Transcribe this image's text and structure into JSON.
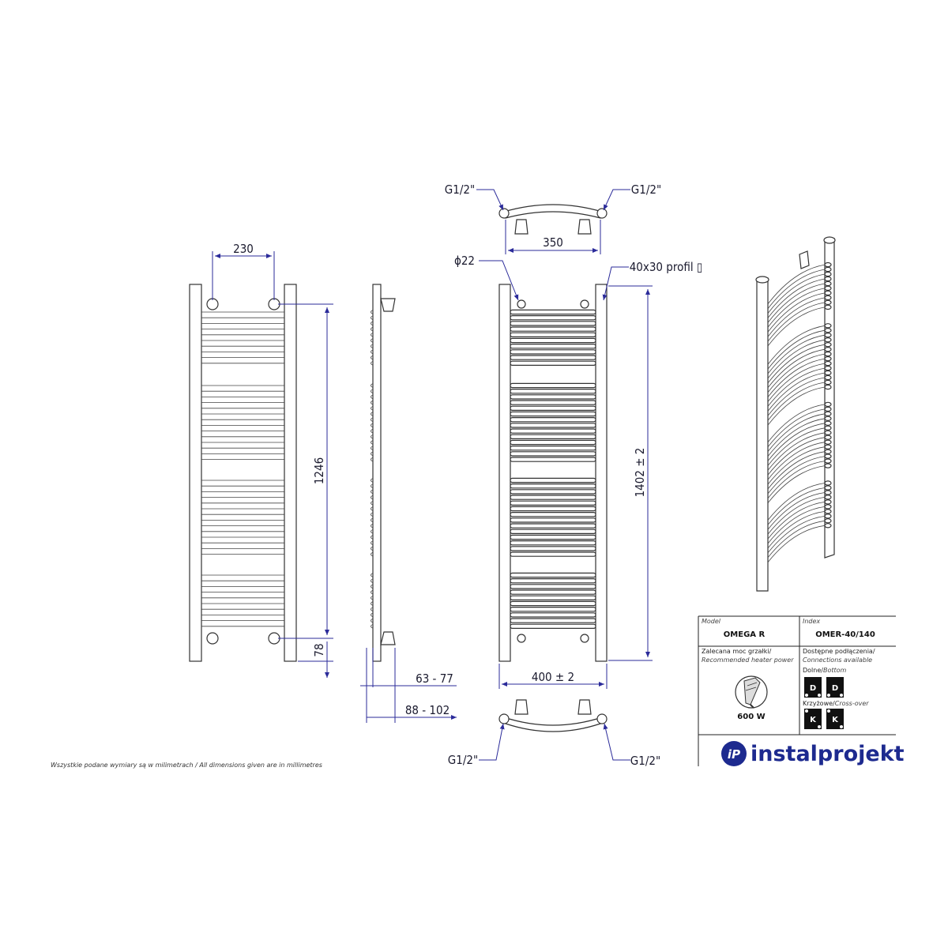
{
  "dimensions": {
    "top_thread_left": "G1/2\"",
    "top_thread_right": "G1/2\"",
    "width_350": "350",
    "diameter_22": "ϕ22",
    "profile": "40x30 profil ▯",
    "width_230": "230",
    "height_1246": "1246",
    "height_78": "78",
    "height_1402": "1402 ± 2",
    "depth_63_77": "63 - 77",
    "depth_88_102": "88 - 102",
    "width_400": "400 ± 2",
    "bottom_thread_left": "G1/2\"",
    "bottom_thread_right": "G1/2\""
  },
  "footnote": "Wszystkie podane wymiary są w milimetrach / All dimensions given are in millimetres",
  "title_block": {
    "model_label": "Model",
    "model_value": "OMEGA R",
    "index_label": "Index",
    "index_value": "OMER-40/140",
    "power_label_pl": "Zalecana moc grzałki/",
    "power_label_en": "Recommended heater power",
    "power_value": "600 W",
    "connections_label_pl": "Dostępne podłączenia/",
    "connections_label_en": "Connections available",
    "bottom_label_pl": "Dolne/",
    "bottom_label_en": "Bottom",
    "cross_label_pl": "Krzyżowe/",
    "cross_label_en": "Cross-over",
    "bottom_badges": [
      "D",
      "D"
    ],
    "cross_badges": [
      "K",
      "K"
    ],
    "brand_name": "instalprojekt",
    "brand_mark": "iP"
  },
  "colors": {
    "dimension_line": "#2b2b9a",
    "brand": "#1d2a8f",
    "outline": "#333333"
  }
}
